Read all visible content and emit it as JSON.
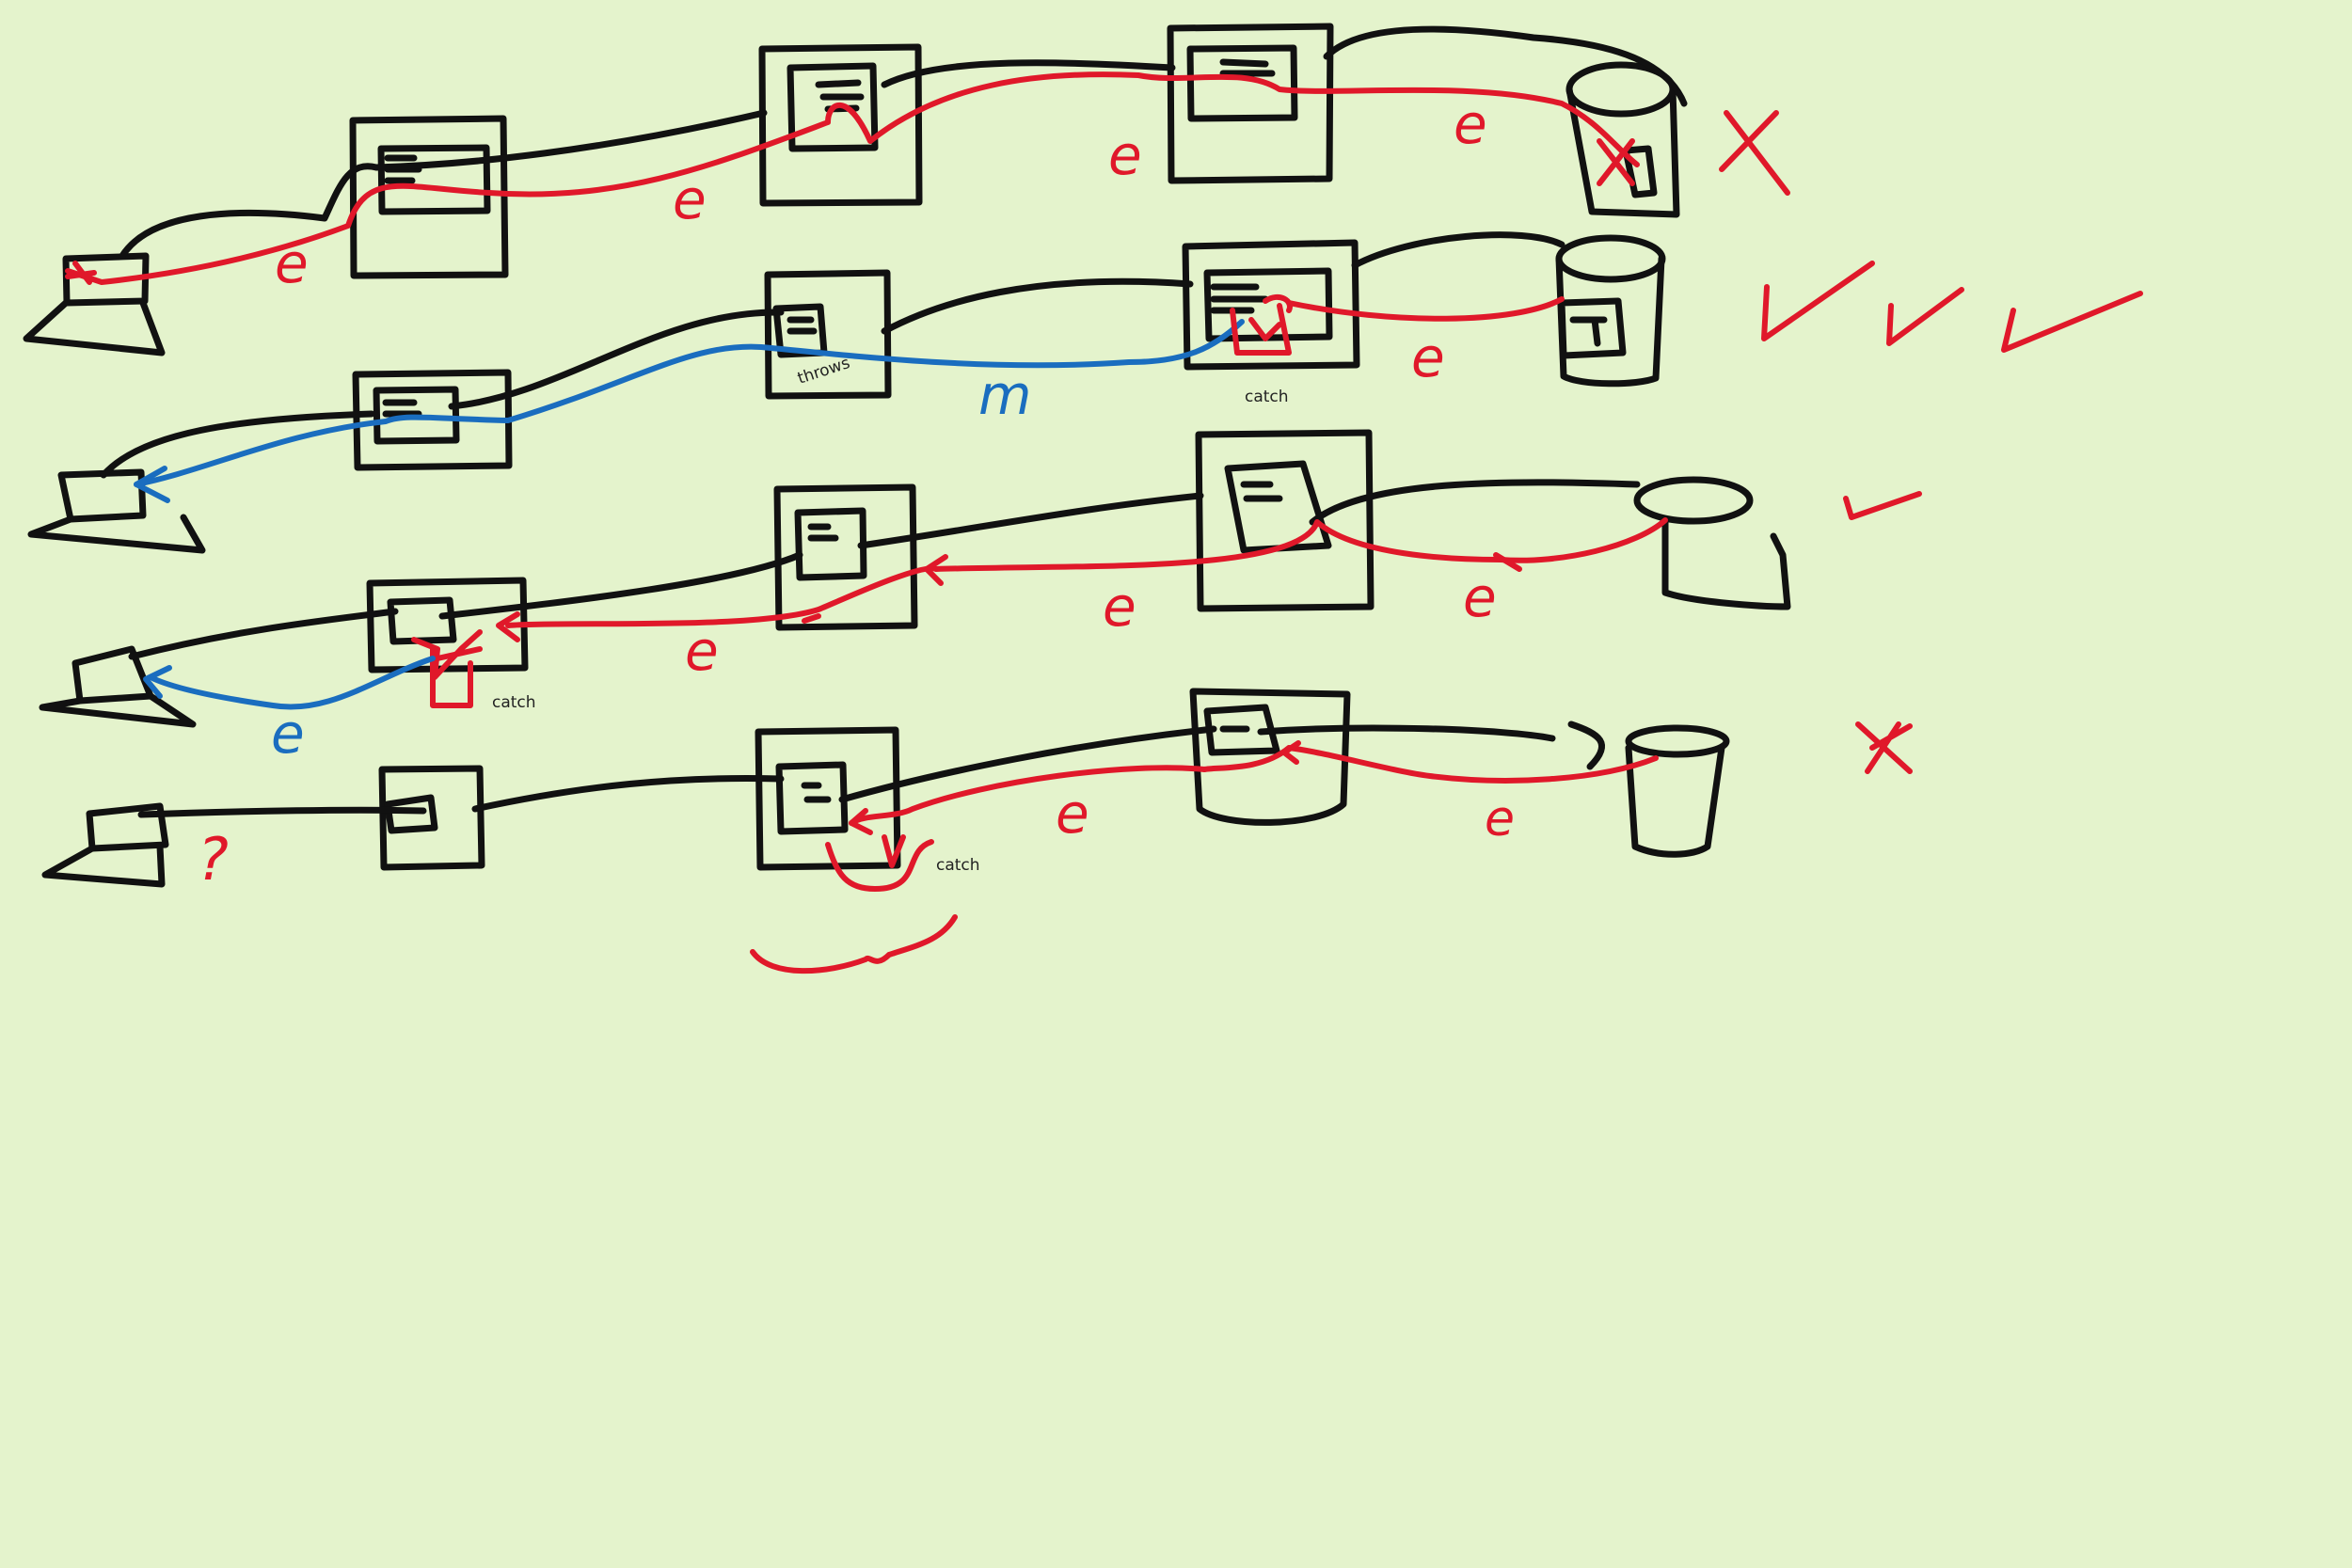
{
  "colors": {
    "background": "#e4f3cc",
    "ink": "#111111",
    "red_flow": "#e0182a",
    "blue_flow": "#1a6dbf"
  },
  "rows": [
    {
      "nodes": [
        "laptop-icon",
        "server-box",
        "server-box",
        "server-box",
        "database-icon"
      ],
      "flow_labels": [
        "e",
        "e",
        "e",
        "e"
      ],
      "result": "cross"
    },
    {
      "nodes": [
        "laptop-icon",
        "server-box",
        "server-box",
        "server-box",
        "database-icon"
      ],
      "flow_labels": [
        "m",
        "e"
      ],
      "annotations": [
        "throws",
        "catch"
      ],
      "result": "checkmarks"
    },
    {
      "nodes": [
        "laptop-icon",
        "server-box",
        "server-box",
        "server-box",
        "database-icon"
      ],
      "flow_labels": [
        "e",
        "e",
        "e",
        "e"
      ],
      "annotations": [
        "catch"
      ],
      "result": "checkmark"
    },
    {
      "nodes": [
        "laptop-icon",
        "server-box",
        "server-box",
        "bucket-icon",
        "database-icon"
      ],
      "flow_labels": [
        "?",
        "e",
        "e"
      ],
      "annotations": [
        "catch"
      ],
      "result": "cross"
    }
  ],
  "labels": {
    "row1_e1": "e",
    "row1_e2": "e",
    "row1_e3": "e",
    "row1_e4": "e",
    "row2_throws": "throws",
    "row2_m": "m",
    "row2_catch": "catch",
    "row2_e": "e",
    "row3_e1": "e",
    "row3_e2": "e",
    "row3_catch": "catch",
    "row3_e3": "e",
    "row3_e4": "e",
    "row4_question": "?",
    "row4_catch": "catch",
    "row4_e1": "e",
    "row4_e2": "e"
  }
}
